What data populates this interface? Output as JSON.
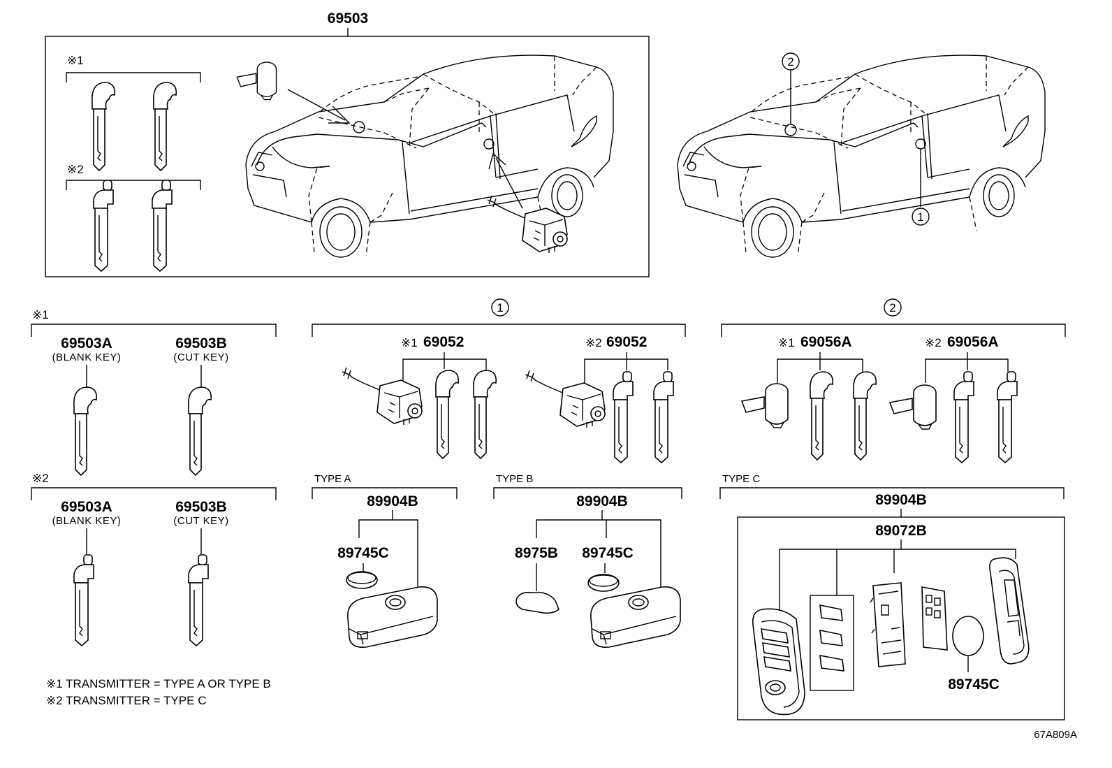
{
  "assembly": {
    "main_number": "69503"
  },
  "callouts": {
    "one": "1",
    "two": "2"
  },
  "notes": {
    "sym1": "※1",
    "sym2": "※2"
  },
  "key_sets": {
    "blank_number": "69503A",
    "blank_label": "(BLANK KEY)",
    "cut_number": "69503B",
    "cut_label": "(CUT KEY)"
  },
  "door_cylinder_sets": {
    "part_number": "69052"
  },
  "hood_cylinder_sets": {
    "part_number": "69056A"
  },
  "transmitters": {
    "type_a": "TYPE A",
    "type_b": "TYPE B",
    "type_c": "TYPE C",
    "assembly_number": "89904B",
    "battery_number": "89745C",
    "cover_number": "8975B",
    "case_number": "89072B"
  },
  "footnotes": {
    "note1": "※1 TRANSMITTER = TYPE A OR TYPE B",
    "note2": "※2 TRANSMITTER = TYPE C"
  },
  "diagram_code": "67A809A"
}
